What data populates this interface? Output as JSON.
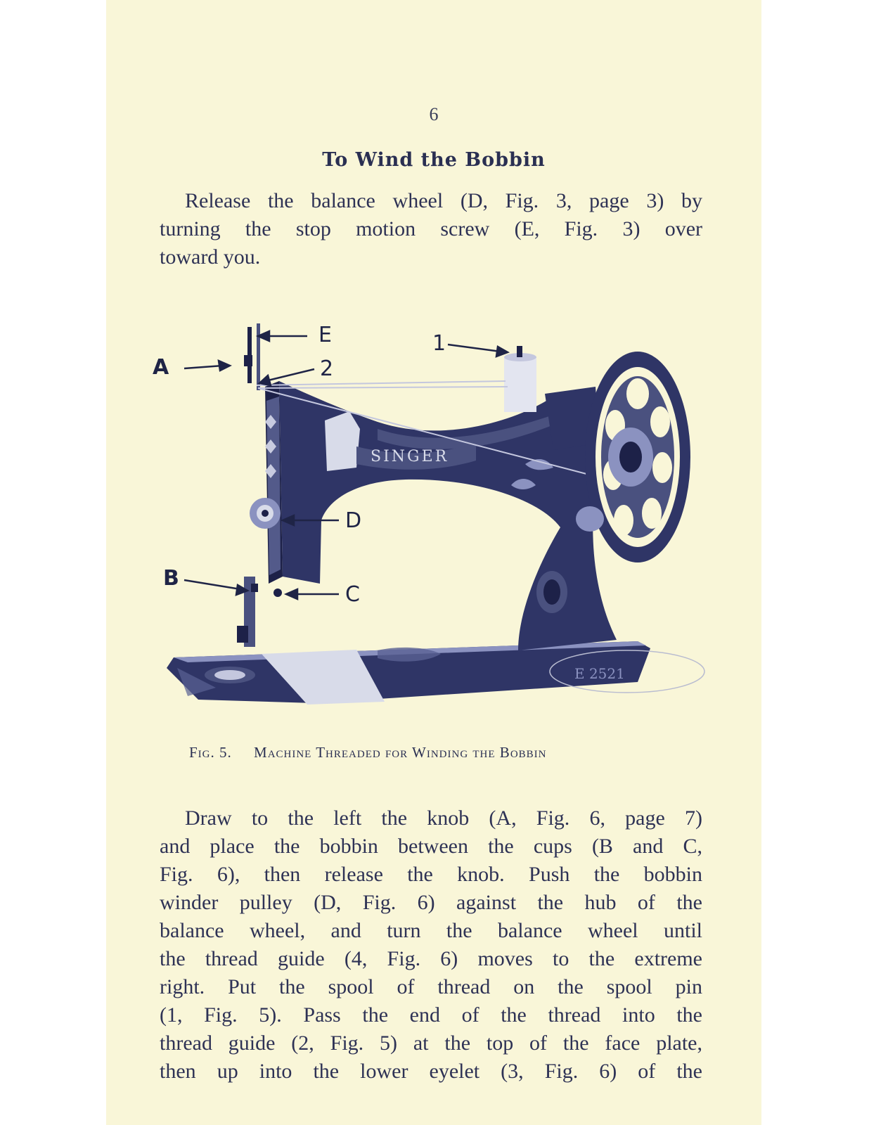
{
  "page": {
    "number": "6",
    "heading": "To Wind the Bobbin",
    "paragraph1_lines": [
      "Release the balance wheel (D, Fig. 3, page 3) by",
      "turning the stop motion screw (E, Fig. 3) over",
      "toward you."
    ],
    "figure": {
      "labels": {
        "a": "A",
        "b": "B",
        "c": "C",
        "d": "D",
        "e": "E",
        "one": "1",
        "two": "2",
        "brand": "SINGER",
        "serial": "E 2521"
      },
      "caption_fig": "Fig. 5.",
      "caption_text": "Machine Threaded for Winding the Bobbin"
    },
    "paragraph2_lines": [
      "Draw to the left the knob (A, Fig. 6, page 7)",
      "and place the bobbin between the cups (B and C,",
      "Fig. 6), then release the knob.  Push the bobbin",
      "winder pulley (D, Fig. 6) against the hub of the",
      "balance wheel, and turn the balance wheel until",
      "the thread guide (4, Fig. 6) moves to the extreme",
      "right.  Put the spool of thread on the spool pin",
      "(1, Fig. 5).  Pass the end of the thread into the",
      "thread guide (2, Fig. 5) at the top of the face plate,",
      "then up into the lower eyelet (3, Fig. 6) of the"
    ]
  },
  "colors": {
    "paper": "#f9f6d8",
    "ink": "#2a2f52",
    "machine_body": "#2f3566",
    "machine_dark": "#1d2148",
    "machine_light": "#8b92c0"
  }
}
